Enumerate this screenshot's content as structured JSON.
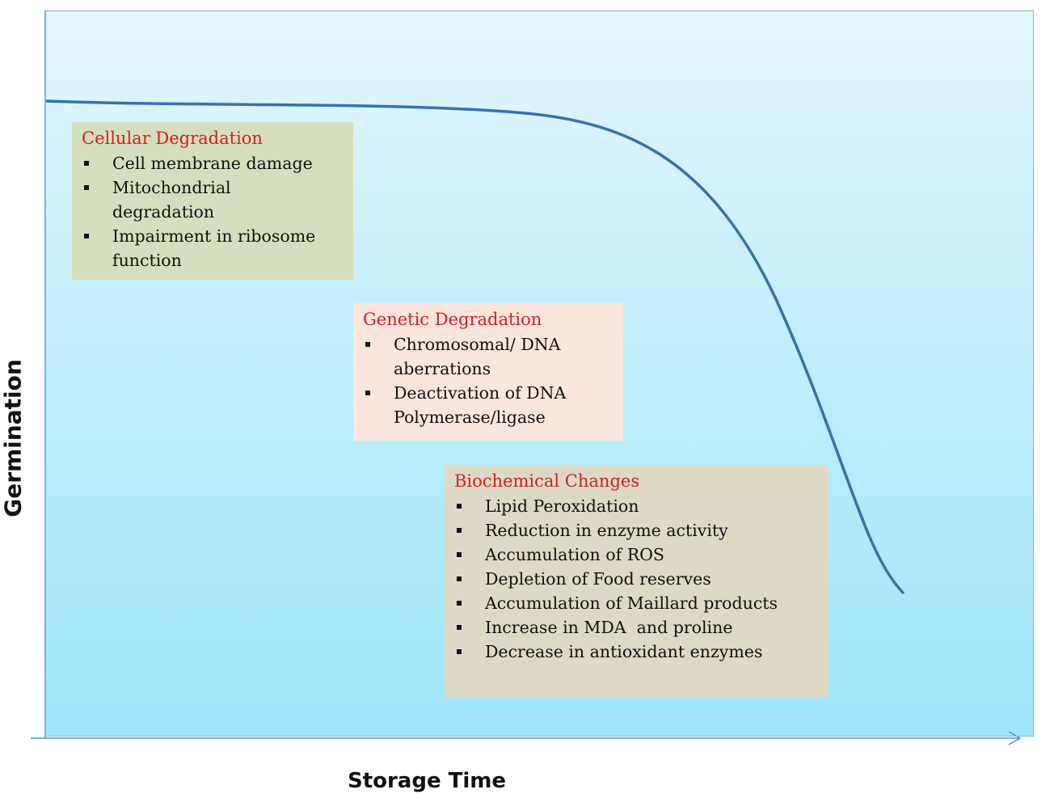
{
  "axes": {
    "y_label": "Germination",
    "x_label": "Storage Time"
  },
  "colors": {
    "background_top": "#e2f6fc",
    "background_bottom": "#9ee5fa",
    "curve": "#3a6fb0",
    "axis": "#5a8fc0",
    "title_text": "#d22020",
    "cellular_box": "#d6dfbd",
    "genetic_box": "#fbe6dd",
    "biochemical_box": "#ddd9c6"
  },
  "boxes": {
    "cellular": {
      "title": "Cellular Degradation",
      "items": [
        "Cell membrane damage",
        "Mitochondrial degradation",
        "Impairment in ribosome function"
      ]
    },
    "genetic": {
      "title": "Genetic Degradation",
      "items": [
        "Chromosomal/ DNA aberrations",
        "Deactivation of DNA Polymerase/ligase"
      ]
    },
    "biochemical": {
      "title": "Biochemical Changes",
      "items": [
        "Lipid Peroxidation",
        "Reduction in enzyme activity",
        "Accumulation of ROS",
        "Depletion of Food reserves",
        "Accumulation of Maillard products",
        "Increase in MDA  and proline",
        "Decrease in antioxidant enzymes"
      ]
    }
  }
}
